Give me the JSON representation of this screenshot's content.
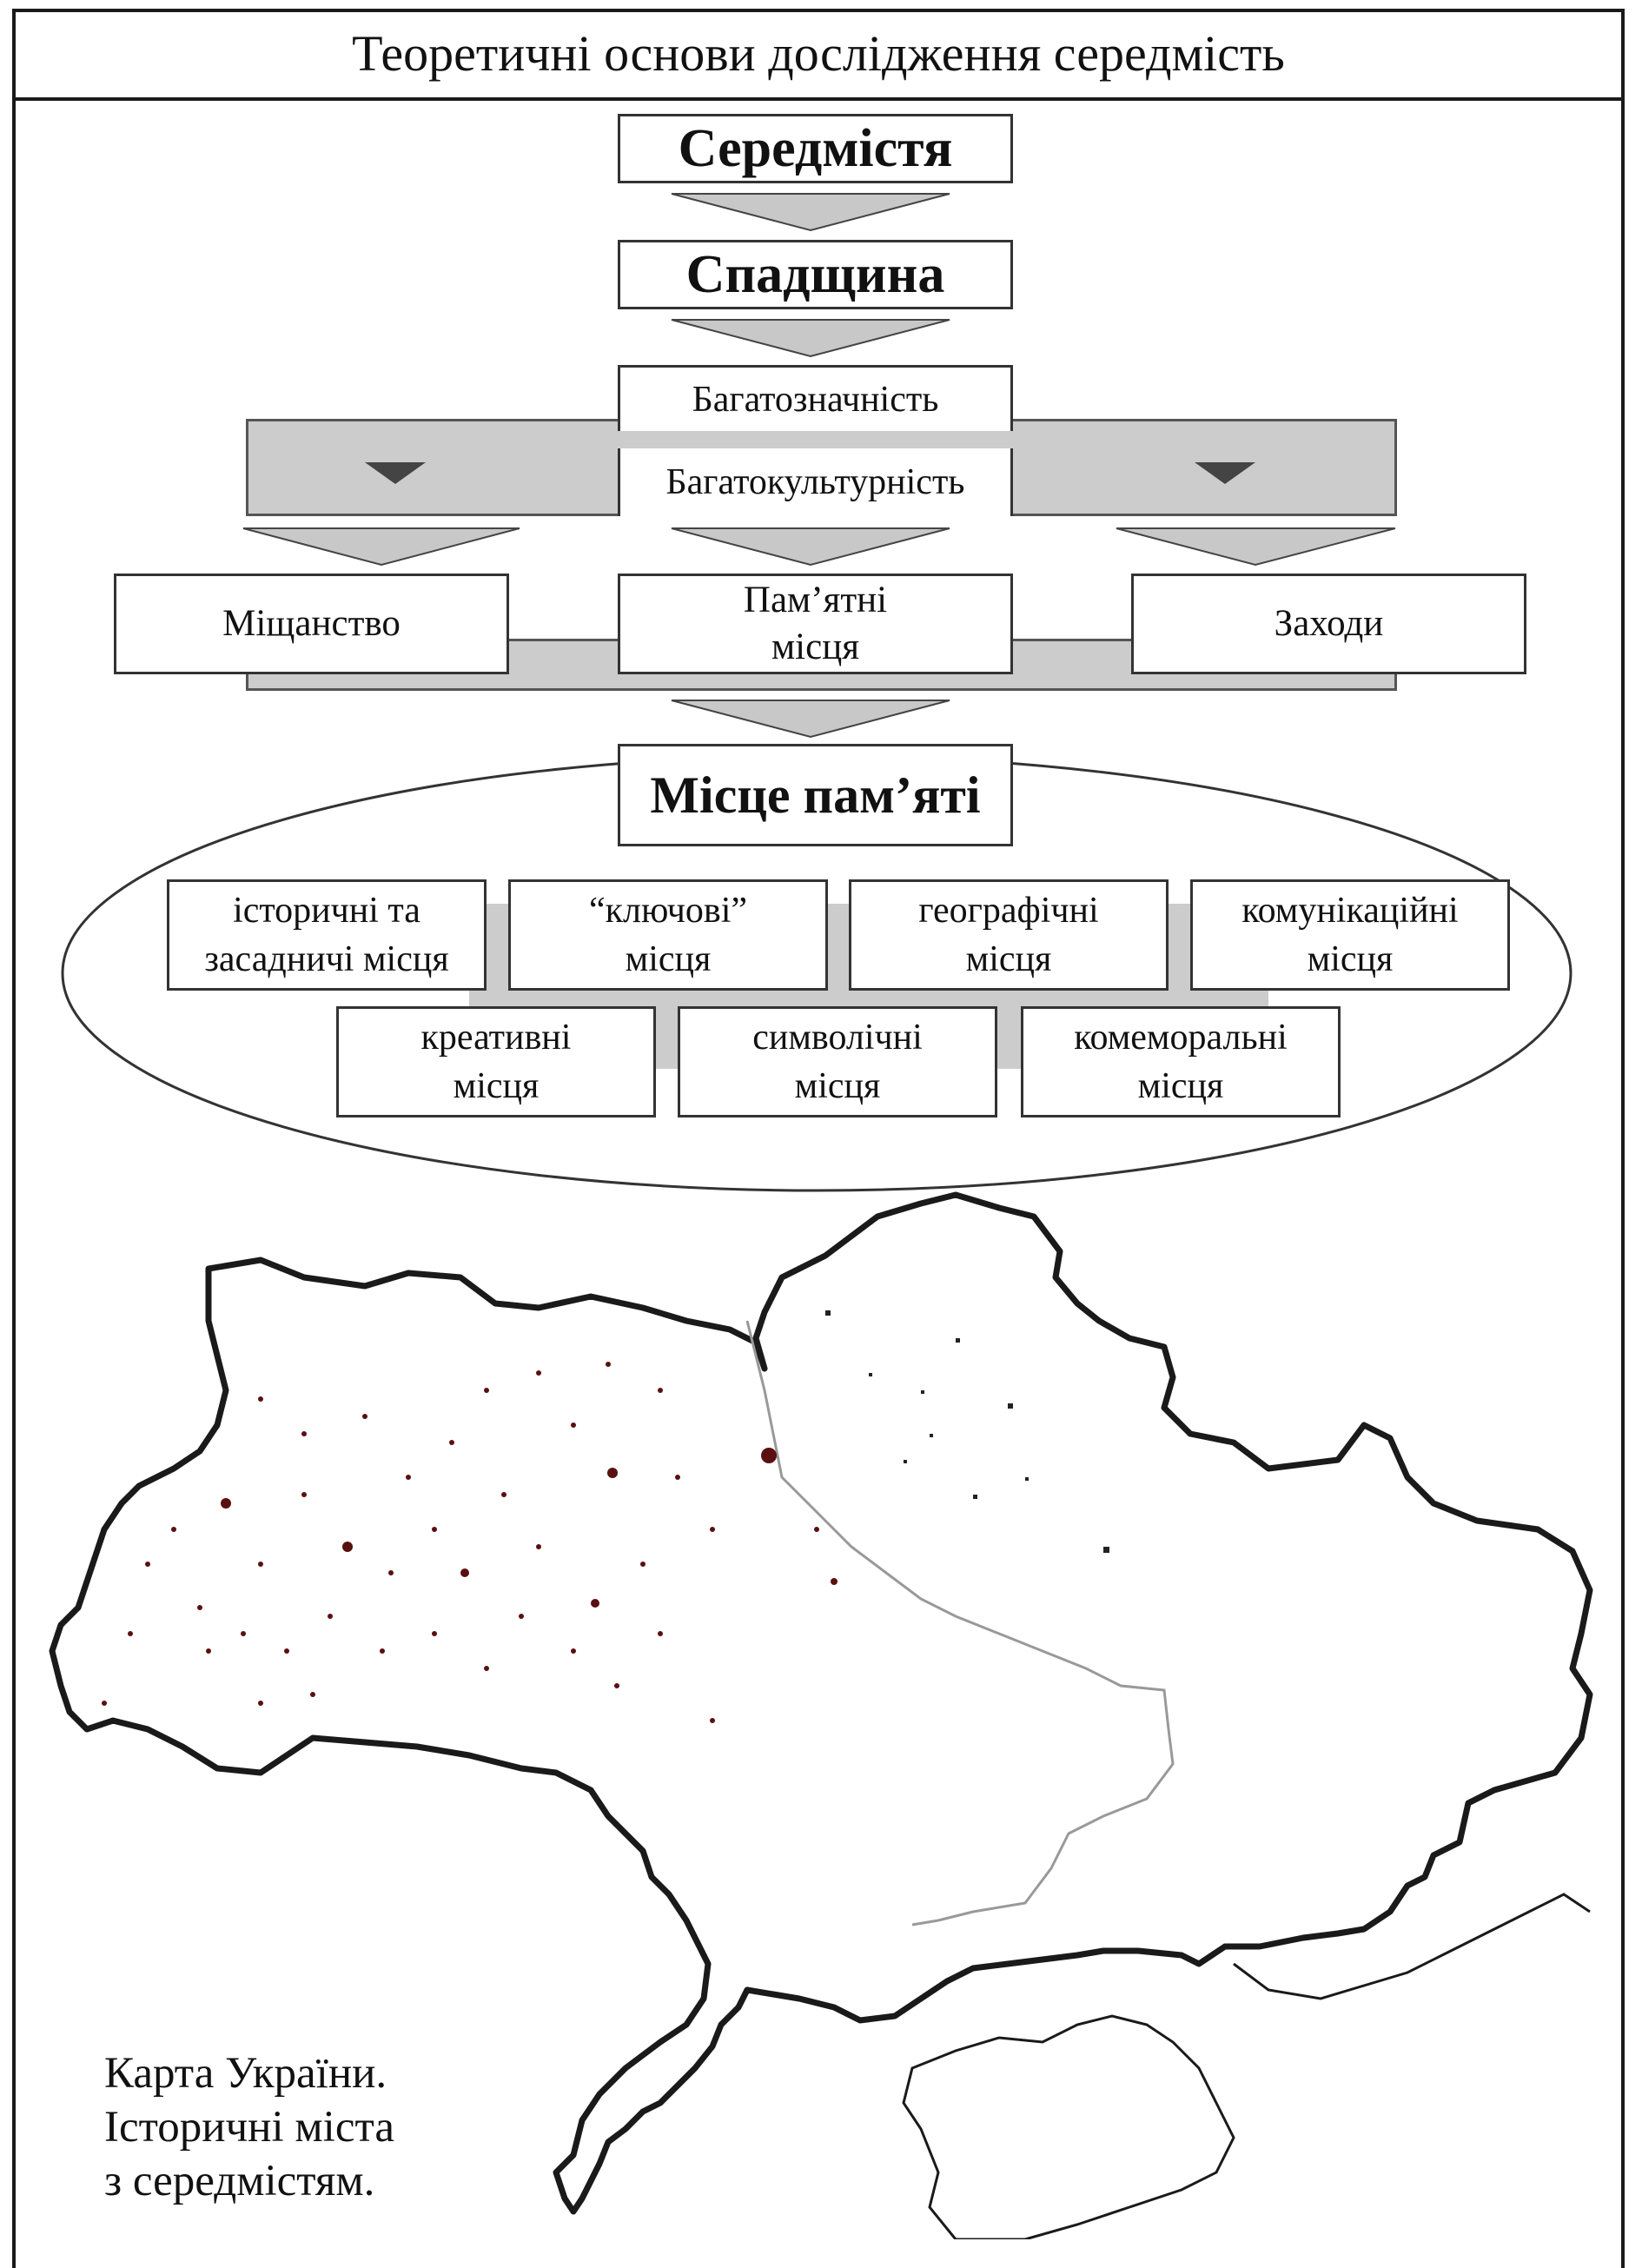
{
  "title": "Теоретичні основи дослідження середмість",
  "top_boxes": {
    "box1": "Середмістя",
    "box2": "Спадщина"
  },
  "band_items": {
    "item1": "Багатозначність",
    "item2": "Багатокультурність"
  },
  "nodes": {
    "left": "Міщанство",
    "center_line1": "Пам’ятні",
    "center_line2": "місця",
    "right": "Заходи"
  },
  "memory_place": "Місце пам’яті",
  "place_types_row1": [
    {
      "line1": "історичні та",
      "line2": "засадничі місця"
    },
    {
      "line1": "“ключові”",
      "line2": "місця"
    },
    {
      "line1": "географічні",
      "line2": "місця"
    },
    {
      "line1": "комунікаційні",
      "line2": "місця"
    }
  ],
  "place_types_row2": [
    {
      "line1": "креативні",
      "line2": "місця"
    },
    {
      "line1": "символічні",
      "line2": "місця"
    },
    {
      "line1": "комеморальні",
      "line2": "місця"
    }
  ],
  "map_caption": {
    "line1": "Карта України.",
    "line2": "Історичні міста",
    "line3": "з середмістям."
  },
  "colors": {
    "arrow_fill": "#c8c8c8",
    "band_fill": "#cccccc",
    "border": "#1a1a1a",
    "city_dot": "#5a1010",
    "east_dot": "#222222"
  }
}
